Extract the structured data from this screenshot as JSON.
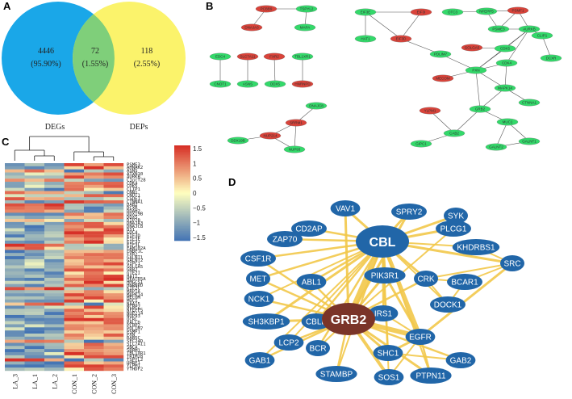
{
  "panels": {
    "a": {
      "letter": "A",
      "left_only": {
        "count": "4446",
        "pct": "(95.90%)"
      },
      "overlap": {
        "count": "72",
        "pct": "(1.55%)"
      },
      "right_only": {
        "count": "118",
        "pct": "(2.55%)"
      },
      "left_set": "DEGs",
      "right_set": "DEPs",
      "colors": {
        "left": "#1aa7e8",
        "right": "#fbf36b",
        "overlap": "#7fcf7a"
      }
    },
    "b": {
      "letter": "B",
      "colors": {
        "up": "#d9433a",
        "down": "#33d96a",
        "edge": "#555555"
      },
      "nodes": [
        {
          "label": "PCBB9",
          "type": "up"
        },
        {
          "label": "TSPYL2",
          "type": "down"
        },
        {
          "label": "DNAJA3",
          "type": "up"
        },
        {
          "label": "MAPA",
          "type": "down"
        },
        {
          "label": "EIF3E",
          "type": "down"
        },
        {
          "label": "EIF3I",
          "type": "up"
        },
        {
          "label": "HAT1",
          "type": "down"
        },
        {
          "label": "EIF3D",
          "type": "up"
        },
        {
          "label": "OTC3",
          "type": "down"
        },
        {
          "label": "NFEPP5",
          "type": "down"
        },
        {
          "label": "PSMF1",
          "type": "up"
        },
        {
          "label": "PSME3",
          "type": "down"
        },
        {
          "label": "AURKB",
          "type": "down"
        },
        {
          "label": "CLIP1",
          "type": "down"
        },
        {
          "label": "DCXR",
          "type": "down"
        },
        {
          "label": "EDC4",
          "type": "down"
        },
        {
          "label": "SLC7A11",
          "type": "up"
        },
        {
          "label": "FXR2",
          "type": "up"
        },
        {
          "label": "TBL1XR1",
          "type": "down"
        },
        {
          "label": "CNOT1",
          "type": "down"
        },
        {
          "label": "ASNS",
          "type": "down"
        },
        {
          "label": "DDX5",
          "type": "down"
        },
        {
          "label": "HNRNPD",
          "type": "up"
        },
        {
          "label": "GOLGA5",
          "type": "up"
        },
        {
          "label": "CDK5",
          "type": "down"
        },
        {
          "label": "PDLIM7",
          "type": "down"
        },
        {
          "label": "CDK4",
          "type": "down"
        },
        {
          "label": "PXN",
          "type": "down"
        },
        {
          "label": "MECOM",
          "type": "up"
        },
        {
          "label": "MAPK14",
          "type": "down"
        },
        {
          "label": "CTNNA1",
          "type": "down"
        },
        {
          "label": "DNAJC8",
          "type": "down"
        },
        {
          "label": "SRRM1",
          "type": "up"
        },
        {
          "label": "NUP214",
          "type": "up"
        },
        {
          "label": "DDX19B",
          "type": "down"
        },
        {
          "label": "NUP93",
          "type": "down"
        },
        {
          "label": "YLPM1",
          "type": "up"
        },
        {
          "label": "GRB2",
          "type": "down"
        },
        {
          "label": "CAB2",
          "type": "down"
        },
        {
          "label": "GIPC1",
          "type": "down"
        },
        {
          "label": "MUC1",
          "type": "down"
        },
        {
          "label": "GALNT2",
          "type": "down"
        },
        {
          "label": "GALNT1",
          "type": "down"
        }
      ]
    },
    "c": {
      "letter": "C",
      "columns": [
        "LA_3",
        "LA_1",
        "LA_2",
        "CON_1",
        "CON_2",
        "CON_3"
      ],
      "genes": [
        "PSME3",
        "AHNAK2",
        "ASNS",
        "ATXN10",
        "AURKB",
        "C1orf28",
        "CDK4",
        "CDK5",
        "CLIP1",
        "CNN1",
        "CNOT1",
        "CSDE1",
        "CTNNA1",
        "DAB2",
        "DCXR",
        "DDAH2",
        "DDX19B",
        "DDX5",
        "DIP2B",
        "DNAJA3",
        "DNAJC8",
        "DS1",
        "EDC4",
        "EIF3D",
        "EIF3E",
        "EIF3I",
        "EIF3L",
        "FAM102A",
        "FNBP1L",
        "FXR2",
        "GALNT1",
        "GALNT2",
        "GIPC1",
        "GOLGA5",
        "GRB2",
        "GTF2I",
        "HAT1",
        "HEATR5A",
        "HMGCS1",
        "HNRNPD",
        "KIF2C",
        "MAP1A",
        "MAPK14",
        "MECOM",
        "MUC1",
        "NAA15",
        "NCBP2",
        "NFEPP5",
        "NUP214",
        "NUP93",
        "OCRL",
        "PALLD",
        "PCBP2",
        "PDLIM7",
        "PSMF1",
        "PXN",
        "RAB5C",
        "SEC24D",
        "SLC7A11",
        "SNCA",
        "SRRM1",
        "TBL1XR1",
        "TRIM28",
        "TSPYL2",
        "UHRF1",
        "YLPM1",
        "YTHDF2"
      ],
      "colorbar_ticks": [
        "1.5",
        "1",
        "0.5",
        "0",
        "−0.5",
        "−1",
        "−1.5"
      ],
      "colors": {
        "high": "#d73027",
        "mid": "#ffffbf",
        "low": "#4575b4"
      }
    },
    "d": {
      "letter": "D",
      "colors": {
        "node": "#2166a8",
        "hub": "#7a3428",
        "edge": "#f2c84b"
      },
      "hub_main": "CBL",
      "hub_second": "GRB2",
      "nodes": [
        "VAV1",
        "SPRY2",
        "SYK",
        "CD2AP",
        "PLCG1",
        "ZAP70",
        "KHDRBS1",
        "CSF1R",
        "SRC",
        "MET",
        "CRK",
        "BCAR1",
        "NCK1",
        "ABL1",
        "PIK3R1",
        "DOCK1",
        "SH3KBP1",
        "CBLB",
        "IRS1",
        "LCP2",
        "GAB1",
        "BCR",
        "EGFR",
        "SHC1",
        "GAB2",
        "STAMBP",
        "SOS1",
        "PTPN11"
      ]
    }
  }
}
